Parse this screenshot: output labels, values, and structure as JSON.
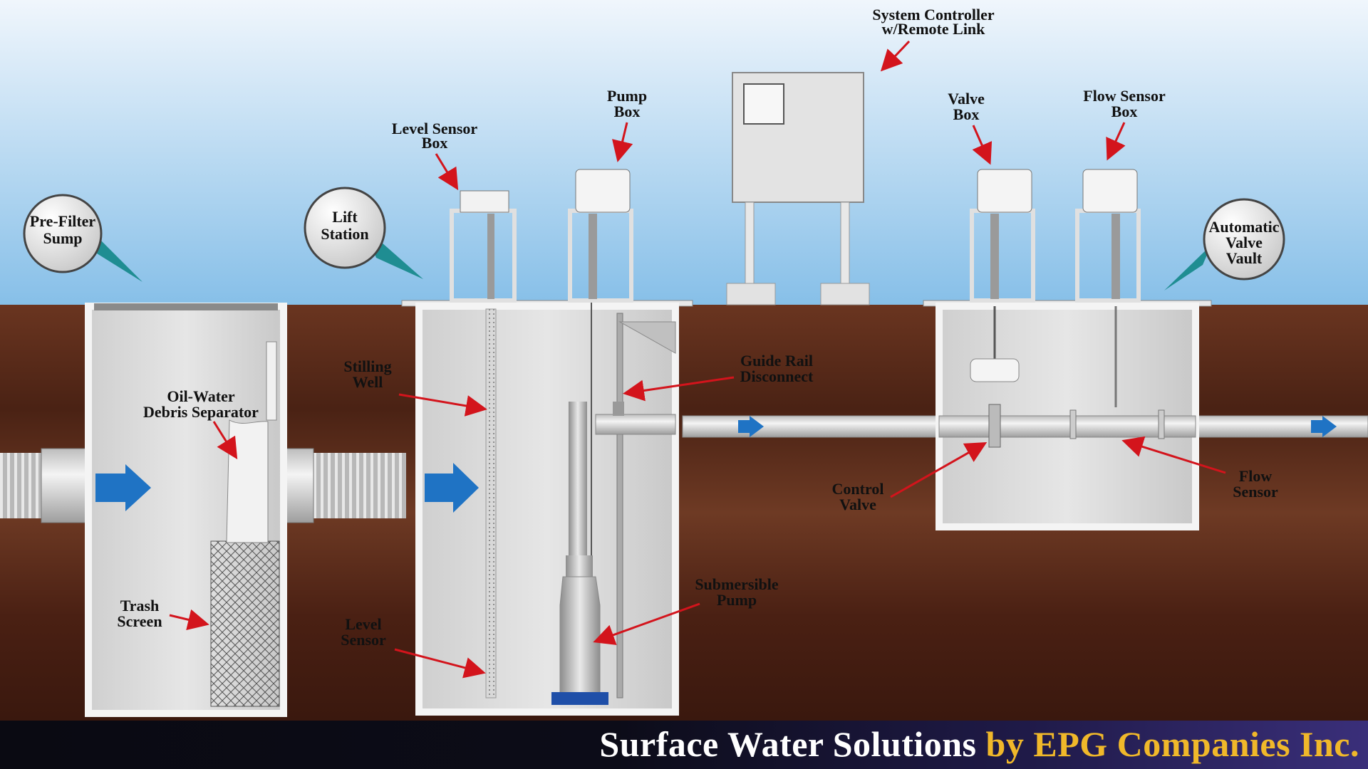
{
  "labels": {
    "system_controller_l1": "System Controller",
    "system_controller_l2": "w/Remote Link",
    "pump_box_l1": "Pump",
    "pump_box_l2": "Box",
    "level_sensor_box_l1": "Level Sensor",
    "level_sensor_box_l2": "Box",
    "valve_box_l1": "Valve",
    "valve_box_l2": "Box",
    "flow_sensor_box_l1": "Flow Sensor",
    "flow_sensor_box_l2": "Box",
    "prefilter_l1": "Pre-Filter",
    "prefilter_l2": "Sump",
    "lift_station_l1": "Lift",
    "lift_station_l2": "Station",
    "auto_valve_l1": "Automatic",
    "auto_valve_l2": "Valve",
    "auto_valve_l3": "Vault",
    "oil_water_l1": "Oil-Water",
    "oil_water_l2": "Debris Separator",
    "trash_screen_l1": "Trash",
    "trash_screen_l2": "Screen",
    "stilling_well_l1": "Stilling",
    "stilling_well_l2": "Well",
    "guide_rail_l1": "Guide Rail",
    "guide_rail_l2": "Disconnect",
    "control_valve_l1": "Control",
    "control_valve_l2": "Valve",
    "flow_sensor_l1": "Flow",
    "flow_sensor_l2": "Sensor",
    "submersible_pump_l1": "Submersible",
    "submersible_pump_l2": "Pump",
    "level_sensor_l1": "Level",
    "level_sensor_l2": "Sensor"
  },
  "banner": {
    "main": "Surface Water Solutions",
    "brand": "by EPG Companies Inc."
  },
  "colors": {
    "sky_top": "#e9f3fb",
    "sky_bottom": "#8fc3ea",
    "soil": "#5a2a18",
    "arrow_red": "#d3141c",
    "flow_arrow_blue": "#1f73c4",
    "callout_teal": "#1f8d92",
    "brand_gold": "#f0b82a"
  }
}
